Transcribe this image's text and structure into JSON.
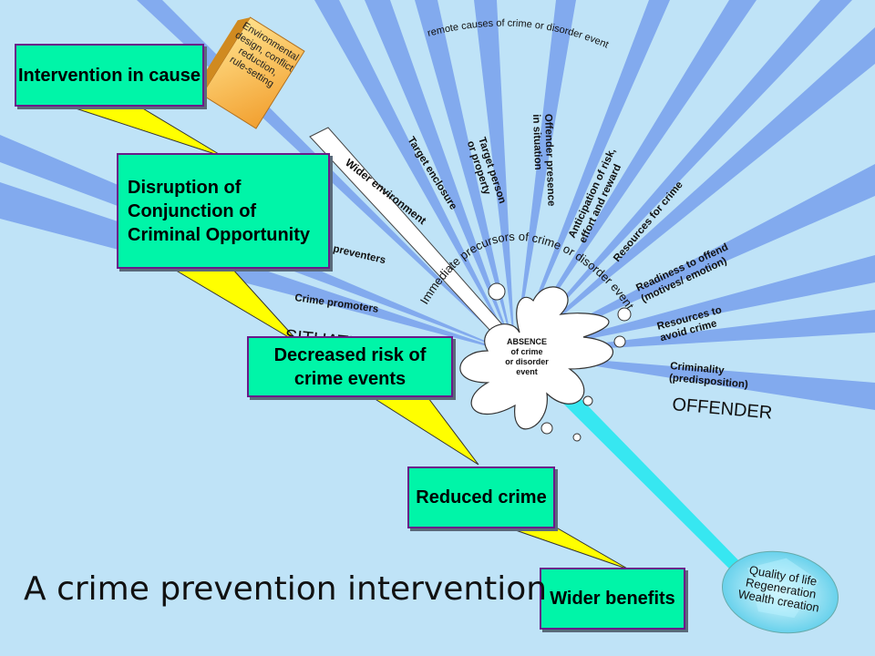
{
  "title": "A crime prevention intervention",
  "boxes": {
    "intervention": "Intervention in cause",
    "disruption": "Disruption of Conjunction of Criminal Opportunity",
    "decreased_risk": "Decreased risk of crime events",
    "reduced_crime": "Reduced crime",
    "wider_benefits": "Wider benefits"
  },
  "intervention_card": [
    "Environmental",
    "design, conflict",
    "reduction,",
    "rule-setting"
  ],
  "wider_environment": "Wider environment",
  "arc_labels": {
    "remote": "remote causes of crime or  disorder event",
    "immediate": "Immediate precursors of crime or disorder event"
  },
  "spokes": {
    "preventers": "Crime preventers",
    "promoters": "Crime promoters",
    "target_enclosure": "Target enclosure",
    "target_person": [
      "Target person",
      "or property"
    ],
    "offender_presence": [
      "Offender presence",
      "in situation"
    ],
    "anticipation": [
      "Anticipation of risk,",
      "effort and reward"
    ],
    "resources_crime": "Resources for crime",
    "readiness": [
      "Readiness to offend",
      "(motives/ emotion)"
    ],
    "resources_avoid": [
      "Resources to",
      "avoid crime"
    ],
    "criminality": [
      "Criminality",
      "(predisposition)"
    ]
  },
  "side_labels": {
    "situation": "SITUATION",
    "offender": "OFFENDER"
  },
  "splat": [
    "ABSENCE",
    "of crime",
    "or disorder",
    "event"
  ],
  "gem": [
    "Quality of life",
    "Regeneration",
    "Wealth creation"
  ],
  "colors": {
    "background": "#bfe3f7",
    "rays": "#7fa8ee",
    "box_fill": "#00f5a8",
    "box_border": "#6a1a8a",
    "arrow": "#ffff00",
    "cyan_beam": "#1ee8f0",
    "card": "#f7b84a"
  }
}
